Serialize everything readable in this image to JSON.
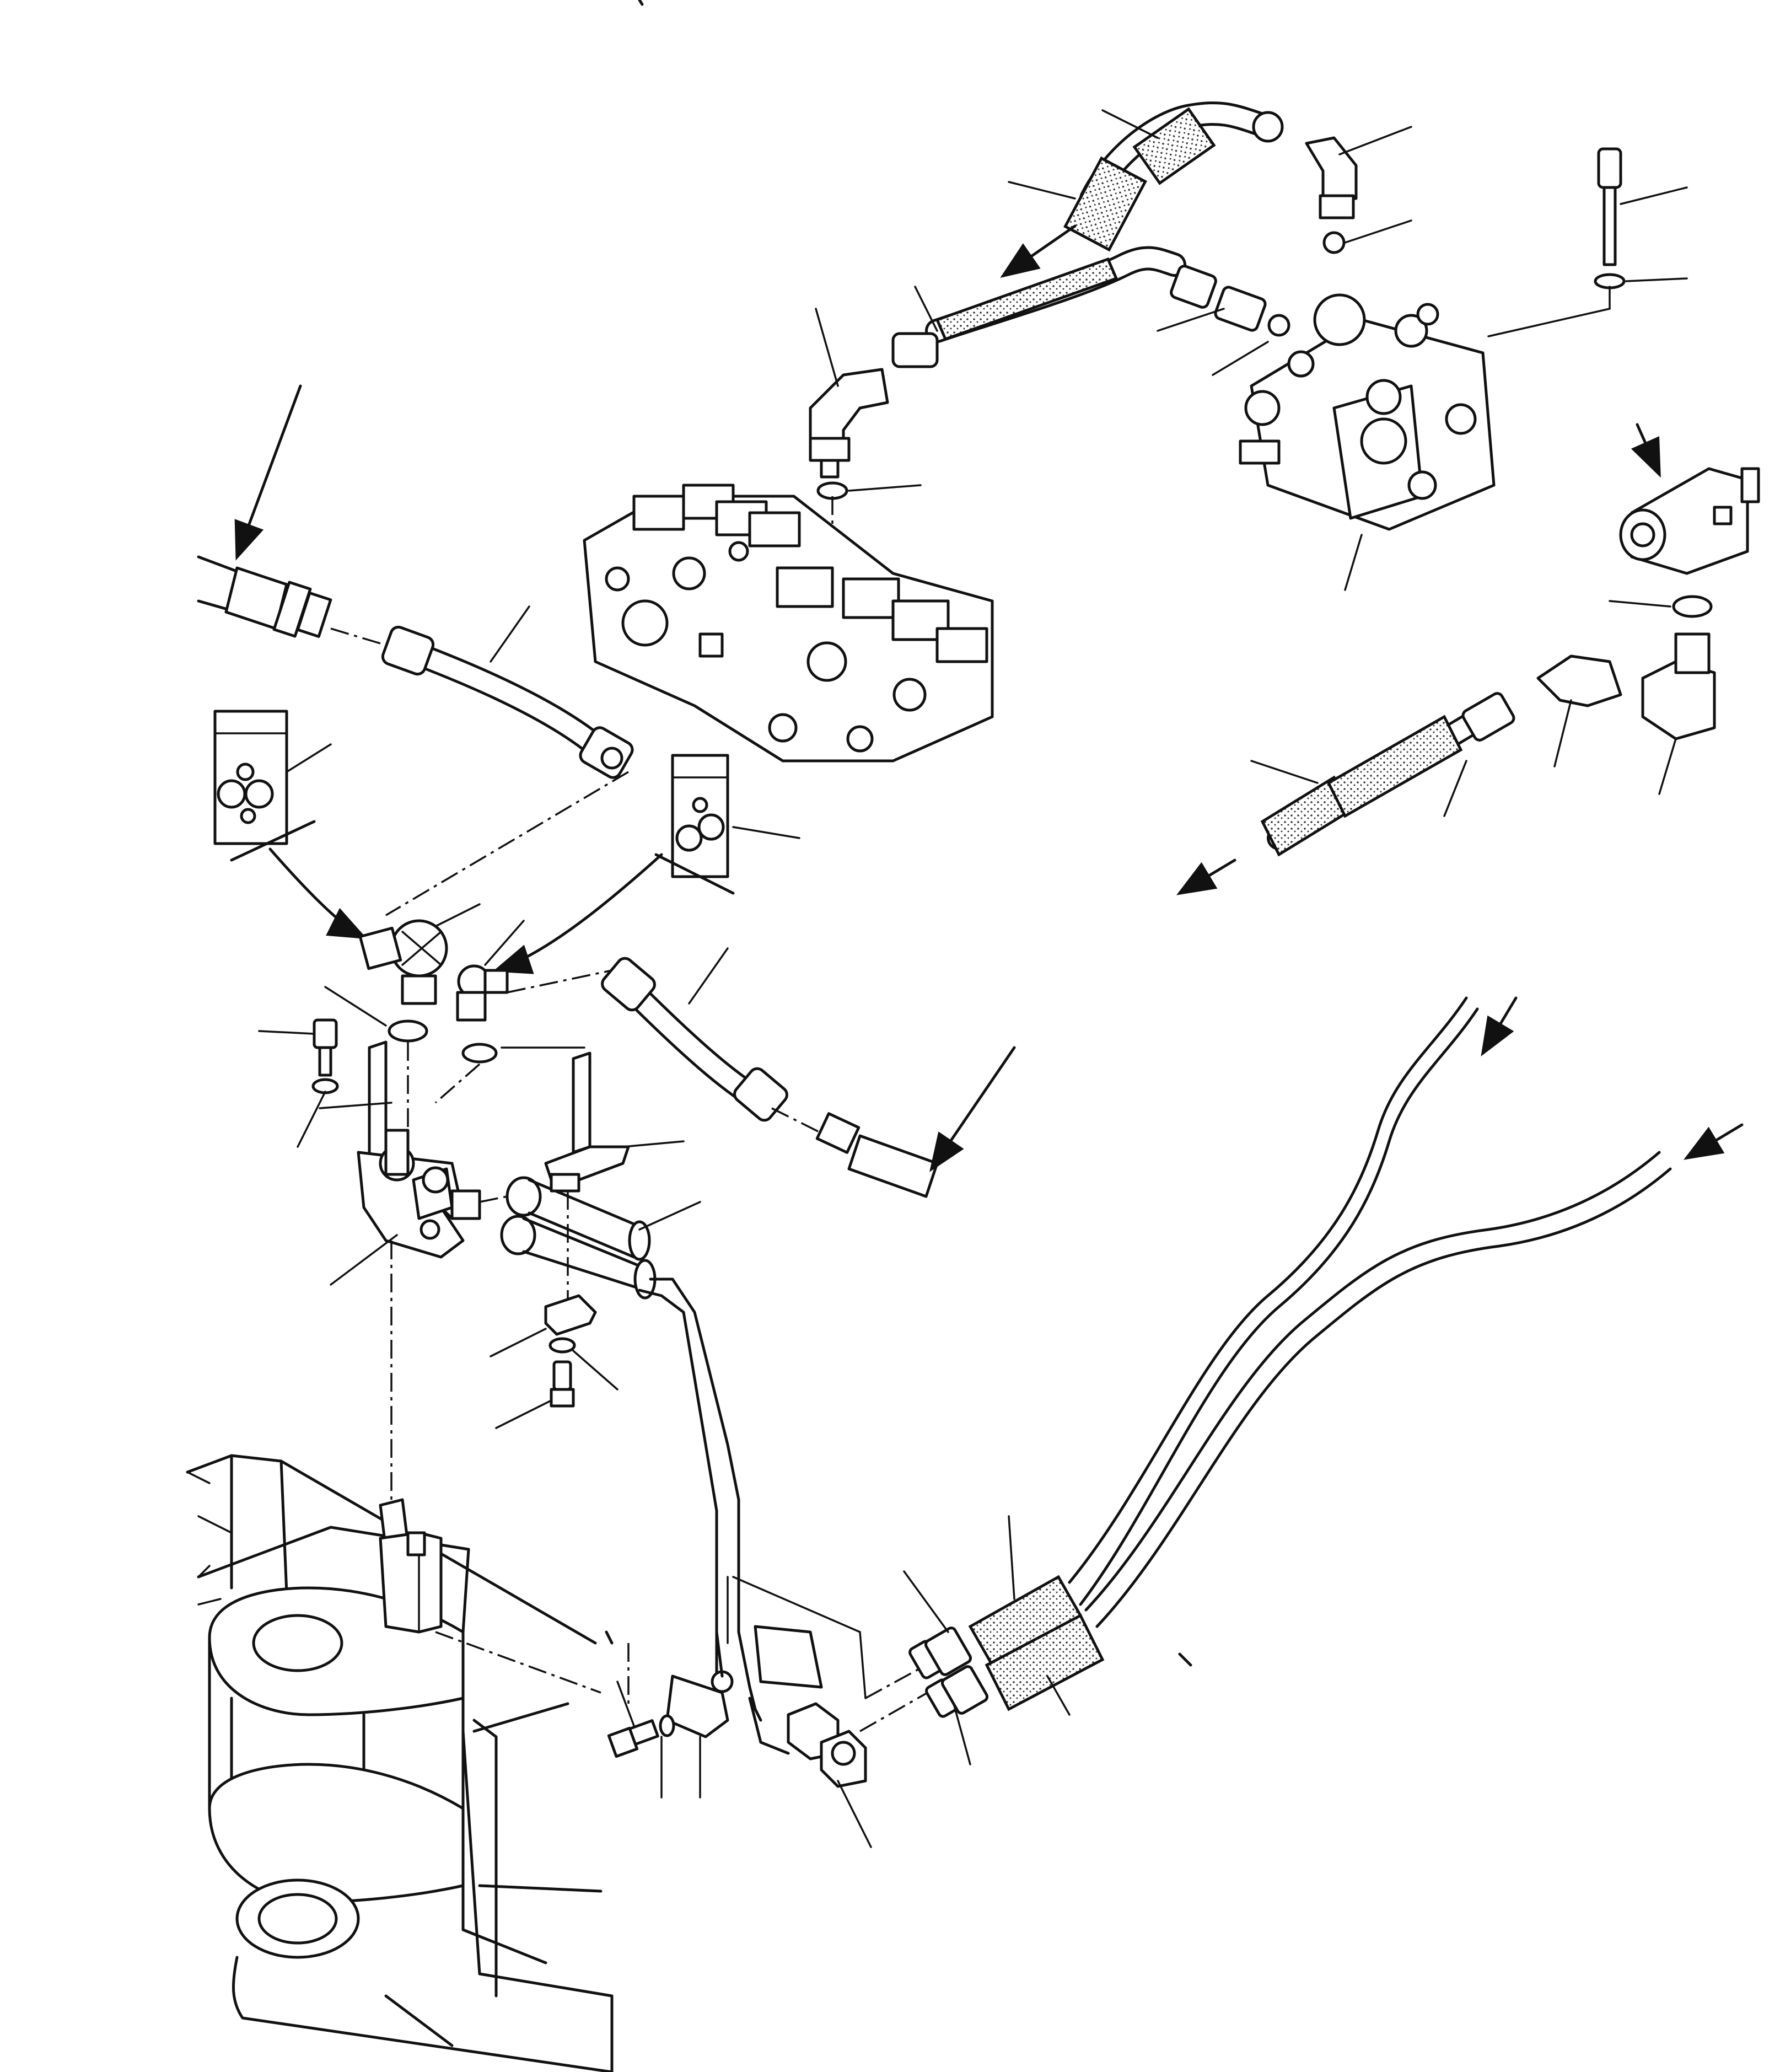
{
  "diagram": {
    "colors": {
      "line": "#111111",
      "background": "#ffffff"
    },
    "components": [
      "control-valve-block",
      "auxiliary-valve",
      "solenoid-valve",
      "elbow-fittings",
      "hydraulic-hoses",
      "seal-kit-packets",
      "tee-adapters",
      "mounting-bracket",
      "hose-clamps",
      "boom-frame"
    ]
  }
}
